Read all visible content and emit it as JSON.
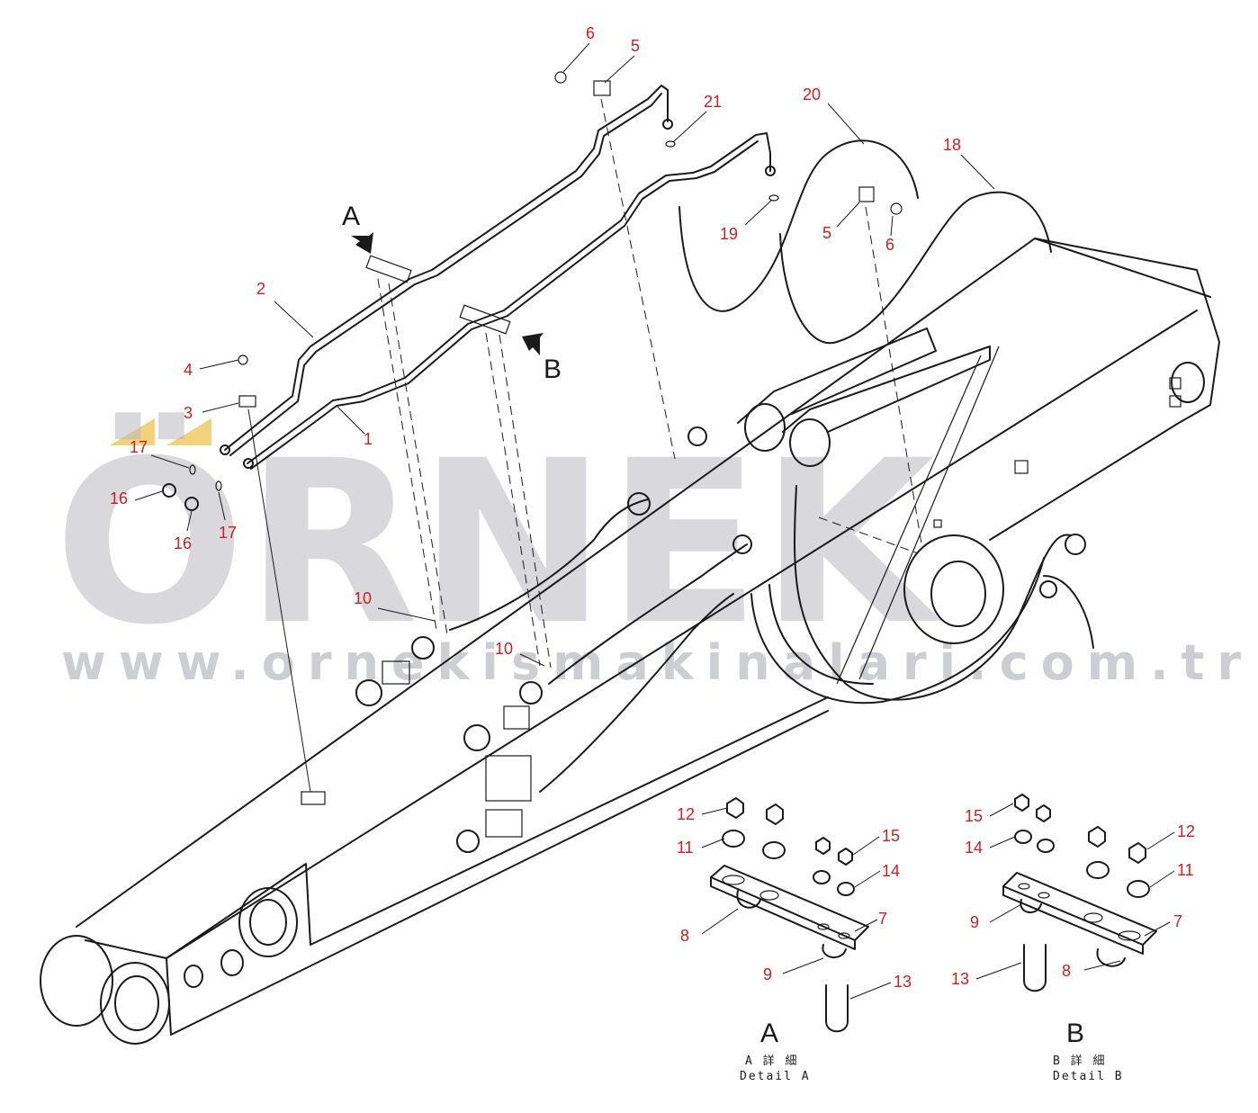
{
  "watermark": {
    "brand": "ÖRNEK",
    "url": "www.ornekismakinalari.com.tr"
  },
  "colors": {
    "callout": "#cc1f1f",
    "line": "#1a1a1a",
    "watermark": "#b9b9c3",
    "logo_accent": "#f2d27a"
  },
  "views": {
    "a_arrow": "A",
    "b_arrow": "B",
    "a_title": "A",
    "a_caption_jp": "A 詳 細",
    "a_caption_en": "Detail A",
    "b_title": "B",
    "b_caption_jp": "B 詳 細",
    "b_caption_en": "Detail B"
  },
  "callouts": [
    {
      "id": "c6a",
      "label": "6"
    },
    {
      "id": "c5a",
      "label": "5"
    },
    {
      "id": "c21",
      "label": "21"
    },
    {
      "id": "c20",
      "label": "20"
    },
    {
      "id": "c18",
      "label": "18"
    },
    {
      "id": "c19",
      "label": "19"
    },
    {
      "id": "c5b",
      "label": "5"
    },
    {
      "id": "c6b",
      "label": "6"
    },
    {
      "id": "c2",
      "label": "2"
    },
    {
      "id": "c4",
      "label": "4"
    },
    {
      "id": "c3",
      "label": "3"
    },
    {
      "id": "c1",
      "label": "1"
    },
    {
      "id": "c17a",
      "label": "17"
    },
    {
      "id": "c16a",
      "label": "16"
    },
    {
      "id": "c16b",
      "label": "16"
    },
    {
      "id": "c17b",
      "label": "17"
    },
    {
      "id": "c10a",
      "label": "10"
    },
    {
      "id": "c10b",
      "label": "10"
    },
    {
      "id": "c12a",
      "label": "12"
    },
    {
      "id": "c11a",
      "label": "11"
    },
    {
      "id": "c15a",
      "label": "15"
    },
    {
      "id": "c14a",
      "label": "14"
    },
    {
      "id": "c7a",
      "label": "7"
    },
    {
      "id": "c8a",
      "label": "8"
    },
    {
      "id": "c9a",
      "label": "9"
    },
    {
      "id": "c13a",
      "label": "13"
    },
    {
      "id": "c15b",
      "label": "15"
    },
    {
      "id": "c14b",
      "label": "14"
    },
    {
      "id": "c12b",
      "label": "12"
    },
    {
      "id": "c11b",
      "label": "11"
    },
    {
      "id": "c9b",
      "label": "9"
    },
    {
      "id": "c7b",
      "label": "7"
    },
    {
      "id": "c13b",
      "label": "13"
    },
    {
      "id": "c8b",
      "label": "8"
    }
  ]
}
